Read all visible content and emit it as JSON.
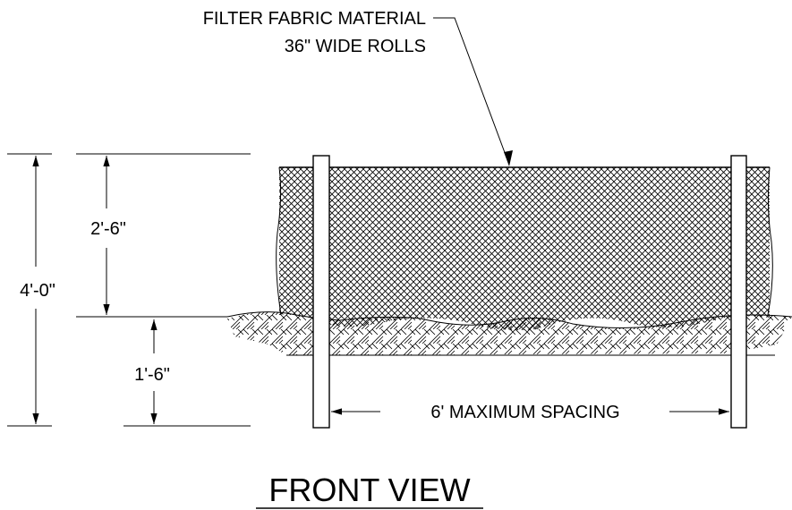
{
  "diagram": {
    "leader_label_line1": "FILTER FABRIC MATERIAL",
    "leader_label_line2": "36\" WIDE ROLLS",
    "dim_total": "4'-0\"",
    "dim_above_grade": "2'-6\"",
    "dim_below_grade": "1'-6\"",
    "dim_spacing": "6' MAXIMUM SPACING",
    "title": "FRONT VIEW"
  },
  "colors": {
    "line": "#000000",
    "background": "#ffffff"
  }
}
